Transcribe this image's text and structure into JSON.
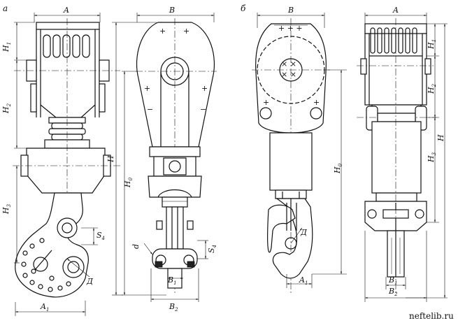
{
  "panels": {
    "a": "а",
    "b": "б"
  },
  "dims": {
    "A": "A",
    "B": "B",
    "A1": "A",
    "A1_sub": "1",
    "B1": "B",
    "B1_sub": "1",
    "B2": "B",
    "B2_sub": "2",
    "H": "H",
    "H0": "H",
    "H0_sub": "0",
    "H1": "H",
    "H1_sub": "1",
    "H2": "H",
    "H2_sub": "2",
    "H3": "H",
    "H3_sub": "3",
    "S": "S",
    "S_sub": "4",
    "d": "d",
    "D": "Д"
  },
  "watermark": "neftelib.ru"
}
